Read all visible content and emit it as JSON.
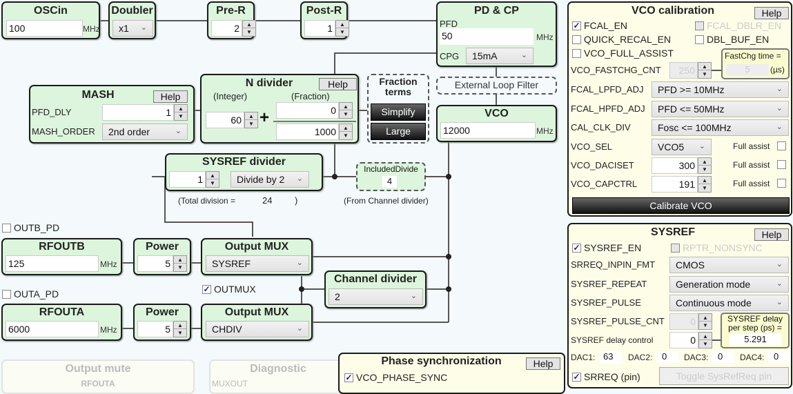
{
  "oscin": {
    "title": "OSCin",
    "value": "100",
    "unit": "MHz"
  },
  "doubler": {
    "title": "Doubler",
    "value": "x1"
  },
  "pre_r": {
    "title": "Pre-R",
    "value": "2"
  },
  "post_r": {
    "title": "Post-R",
    "value": "1"
  },
  "pdcp": {
    "title": "PD & CP",
    "pfd_label": "PFD",
    "pfd_value": "50",
    "unit": "MHz",
    "cpg_label": "CPG",
    "cpg_value": "15mA"
  },
  "loop_filter": "External Loop Filter",
  "vco": {
    "title": "VCO",
    "value": "12000",
    "unit": "MHz"
  },
  "mash": {
    "title": "MASH",
    "help": "Help",
    "pfd_dly_label": "PFD_DLY",
    "pfd_dly_value": "1",
    "order_label": "MASH_ORDER",
    "order_value": "2nd order"
  },
  "ndiv": {
    "title": "N divider",
    "help": "Help",
    "int_label": "(Integer)",
    "frac_label": "(Fraction)",
    "integer": "60",
    "plus": "+",
    "numerator": "0",
    "denominator": "1000"
  },
  "fraction_terms": {
    "title": "Fraction terms",
    "simplify": "Simplify",
    "large": "Large"
  },
  "sysref_div": {
    "title": "SYSREF divider",
    "value": "1",
    "select": "Divide by 2",
    "total_label": "(Total division =",
    "total": "24",
    "total_close": ")"
  },
  "included_divide": {
    "title": "IncludedDivide",
    "value": "4",
    "note": "(From Channel divider)"
  },
  "outb": {
    "pd_label": "OUTB_PD",
    "title": "RFOUTB",
    "value": "125",
    "unit": "MHz",
    "power_title": "Power",
    "power": "5",
    "mux_title": "Output MUX",
    "mux": "SYSREF"
  },
  "outa": {
    "pd_label": "OUTA_PD",
    "title": "RFOUTA",
    "value": "6000",
    "unit": "MHz",
    "power_title": "Power",
    "power": "5",
    "mux_title": "Output MUX",
    "mux": "CHDIV"
  },
  "outmux_label": "OUTMUX",
  "chdiv": {
    "title": "Channel divider",
    "value": "2"
  },
  "bottom": {
    "mute_title": "Output mute",
    "mute_sub": "RFOUTA",
    "diag_title": "Diagnostic",
    "diag_sub": "MUXOUT",
    "phase_title": "Phase synchronization",
    "phase_help": "Help",
    "vco_phase_sync": "VCO_PHASE_SYNC"
  },
  "vcocal": {
    "title": "VCO calibration",
    "help": "Help",
    "fcal_en": "FCAL_EN",
    "fcal_dblr_en": "FCAL_DBLR_EN",
    "quick_recal_en": "QUICK_RECAL_EN",
    "dbl_buf_en": "DBL_BUF_EN",
    "vco_full_assist": "VCO_FULL_ASSIST",
    "fastchg_label": "VCO_FASTCHG_CNT",
    "fastchg_value": "250",
    "fastchg_time_label": "FastChg time =",
    "fastchg_time": "5",
    "fastchg_unit": "(µs)",
    "lpfd_label": "FCAL_LPFD_ADJ",
    "lpfd": "PFD >= 10MHz",
    "hpfd_label": "FCAL_HPFD_ADJ",
    "hpfd": "PFD <= 50MHz",
    "calclk_label": "CAL_CLK_DIV",
    "calclk": "Fosc <= 100MHz",
    "vcosel_label": "VCO_SEL",
    "vcosel": "VCO5",
    "daciset_label": "VCO_DACISET",
    "daciset": "300",
    "capctrl_label": "VCO_CAPCTRL",
    "capctrl": "191",
    "full_assist": "Full assist",
    "calibrate": "Calibrate VCO"
  },
  "sysref": {
    "title": "SYSREF",
    "help": "Help",
    "sysref_en": "SYSREF_EN",
    "rptr_nonsync": "RPTR_NONSYNC",
    "inpin_label": "SRREQ_INPIN_FMT",
    "inpin": "CMOS",
    "repeat_label": "SYSREF_REPEAT",
    "repeat": "Generation mode",
    "pulse_label": "SYSREF_PULSE",
    "pulse": "Continuous mode",
    "pulse_cnt_label": "SYSREF_PULSE_CNT",
    "pulse_cnt": "0",
    "delay_label": "SYSREF delay control",
    "delay": "0",
    "step_label": "SYSREF delay per step (ps) =",
    "step": "5.291",
    "dac1_label": "DAC1:",
    "dac1": "63",
    "dac2_label": "DAC2:",
    "dac2": "0",
    "dac3_label": "DAC3:",
    "dac3": "0",
    "dac4_label": "DAC4:",
    "dac4": "0",
    "srreq_pin": "SRREQ (pin)",
    "toggle": "Toggle SysRefReq pin"
  }
}
